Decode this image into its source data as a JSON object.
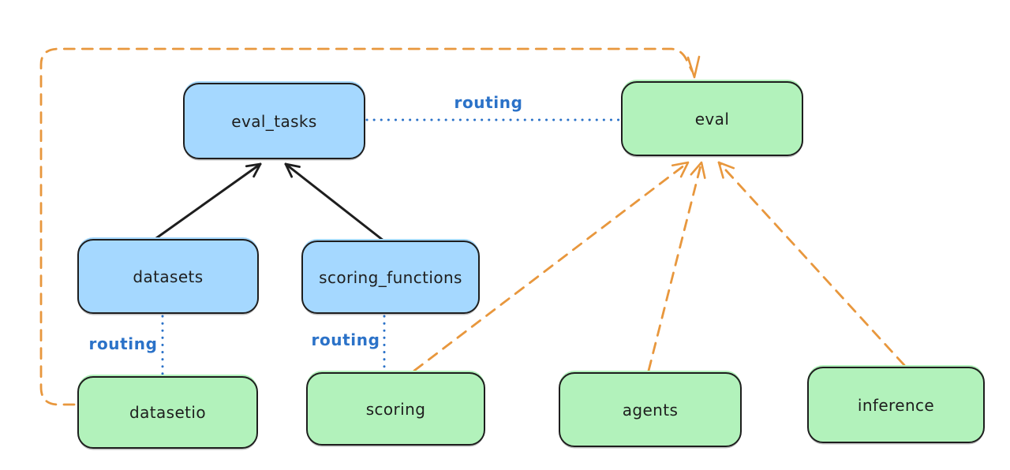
{
  "diagram": {
    "background": "#ffffff",
    "colors": {
      "blue_node_fill": "#a5d8ff",
      "green_node_fill": "#b2f2bb",
      "node_stroke": "#1e1e1e",
      "solid_arrow": "#1e1e1e",
      "routing_blue": "#2b72c8",
      "dashed_orange": "#e8973d"
    },
    "nodes": {
      "eval_tasks": {
        "label": "eval_tasks",
        "color": "blue"
      },
      "datasets": {
        "label": "datasets",
        "color": "blue"
      },
      "scoring_functions": {
        "label": "scoring_functions",
        "color": "blue"
      },
      "eval": {
        "label": "eval",
        "color": "green"
      },
      "datasetio": {
        "label": "datasetio",
        "color": "green"
      },
      "scoring": {
        "label": "scoring",
        "color": "green"
      },
      "agents": {
        "label": "agents",
        "color": "green"
      },
      "inference": {
        "label": "inference",
        "color": "green"
      }
    },
    "edges": [
      {
        "from": "datasets",
        "to": "eval_tasks",
        "style": "solid-arrow",
        "color": "#1e1e1e"
      },
      {
        "from": "scoring_functions",
        "to": "eval_tasks",
        "style": "solid-arrow",
        "color": "#1e1e1e"
      },
      {
        "from": "eval_tasks",
        "to": "eval",
        "style": "dotted-line",
        "label": "routing",
        "color": "#2b72c8"
      },
      {
        "from": "datasets",
        "to": "datasetio",
        "style": "dotted-line",
        "label": "routing",
        "color": "#2b72c8"
      },
      {
        "from": "scoring_functions",
        "to": "scoring",
        "style": "dotted-line",
        "label": "routing",
        "color": "#2b72c8"
      },
      {
        "from": "datasetio",
        "to": "eval",
        "style": "dashed-arrow",
        "color": "#e8973d"
      },
      {
        "from": "scoring",
        "to": "eval",
        "style": "dashed-arrow",
        "color": "#e8973d"
      },
      {
        "from": "agents",
        "to": "eval",
        "style": "dashed-arrow",
        "color": "#e8973d"
      },
      {
        "from": "inference",
        "to": "eval",
        "style": "dashed-arrow",
        "color": "#e8973d"
      }
    ]
  }
}
